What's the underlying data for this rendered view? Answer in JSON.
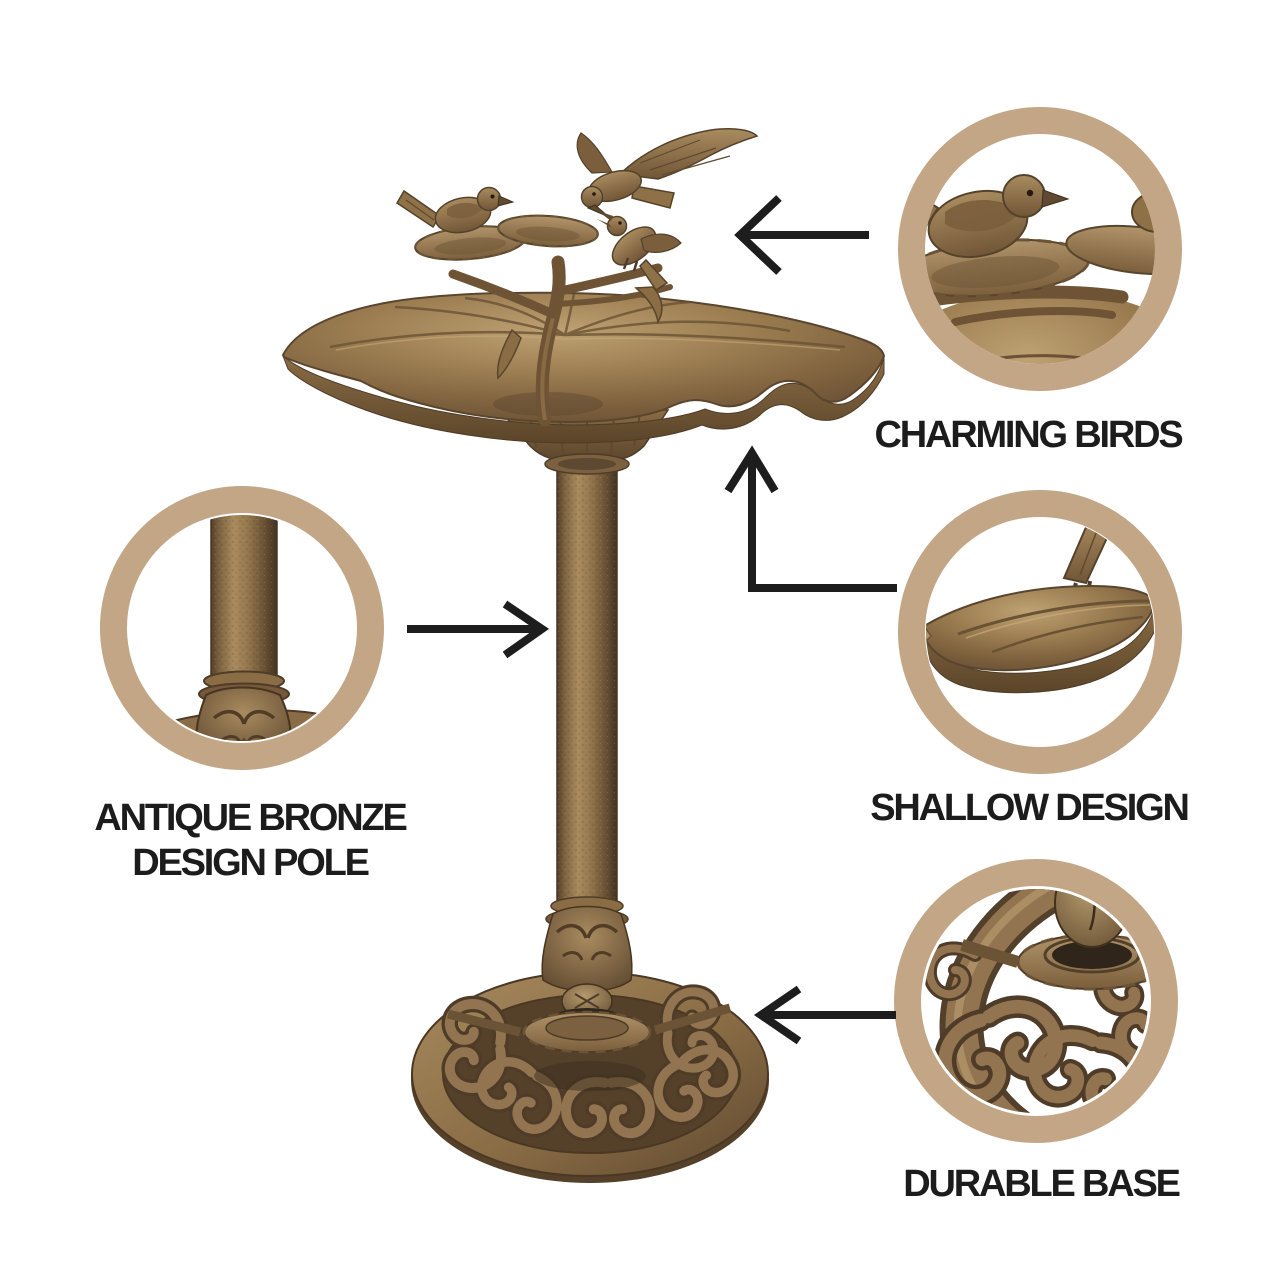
{
  "background_color": "#ffffff",
  "accent_ring_color": "#c3a686",
  "arrow_color": "#1d1d1d",
  "label_text_color": "#1c1c1c",
  "bronze_palette": {
    "light": "#bfa273",
    "mid": "#96784e",
    "dark": "#5f4930"
  },
  "product": {
    "kind": "antique-bronze-pedestal-bird-bath-photo"
  },
  "callouts": [
    {
      "id": "charming-birds",
      "label": "CHARMING BIRDS",
      "icon": "zoom-circle-birds"
    },
    {
      "id": "shallow-design",
      "label": "SHALLOW DESIGN",
      "icon": "zoom-circle-bowl-edge"
    },
    {
      "id": "durable-base",
      "label": "DURABLE BASE",
      "icon": "zoom-circle-base"
    },
    {
      "id": "antique-bronze-design-pole",
      "label_line1": "ANTIQUE BRONZE",
      "label_line2": "DESIGN POLE",
      "icon": "zoom-circle-pole"
    }
  ]
}
